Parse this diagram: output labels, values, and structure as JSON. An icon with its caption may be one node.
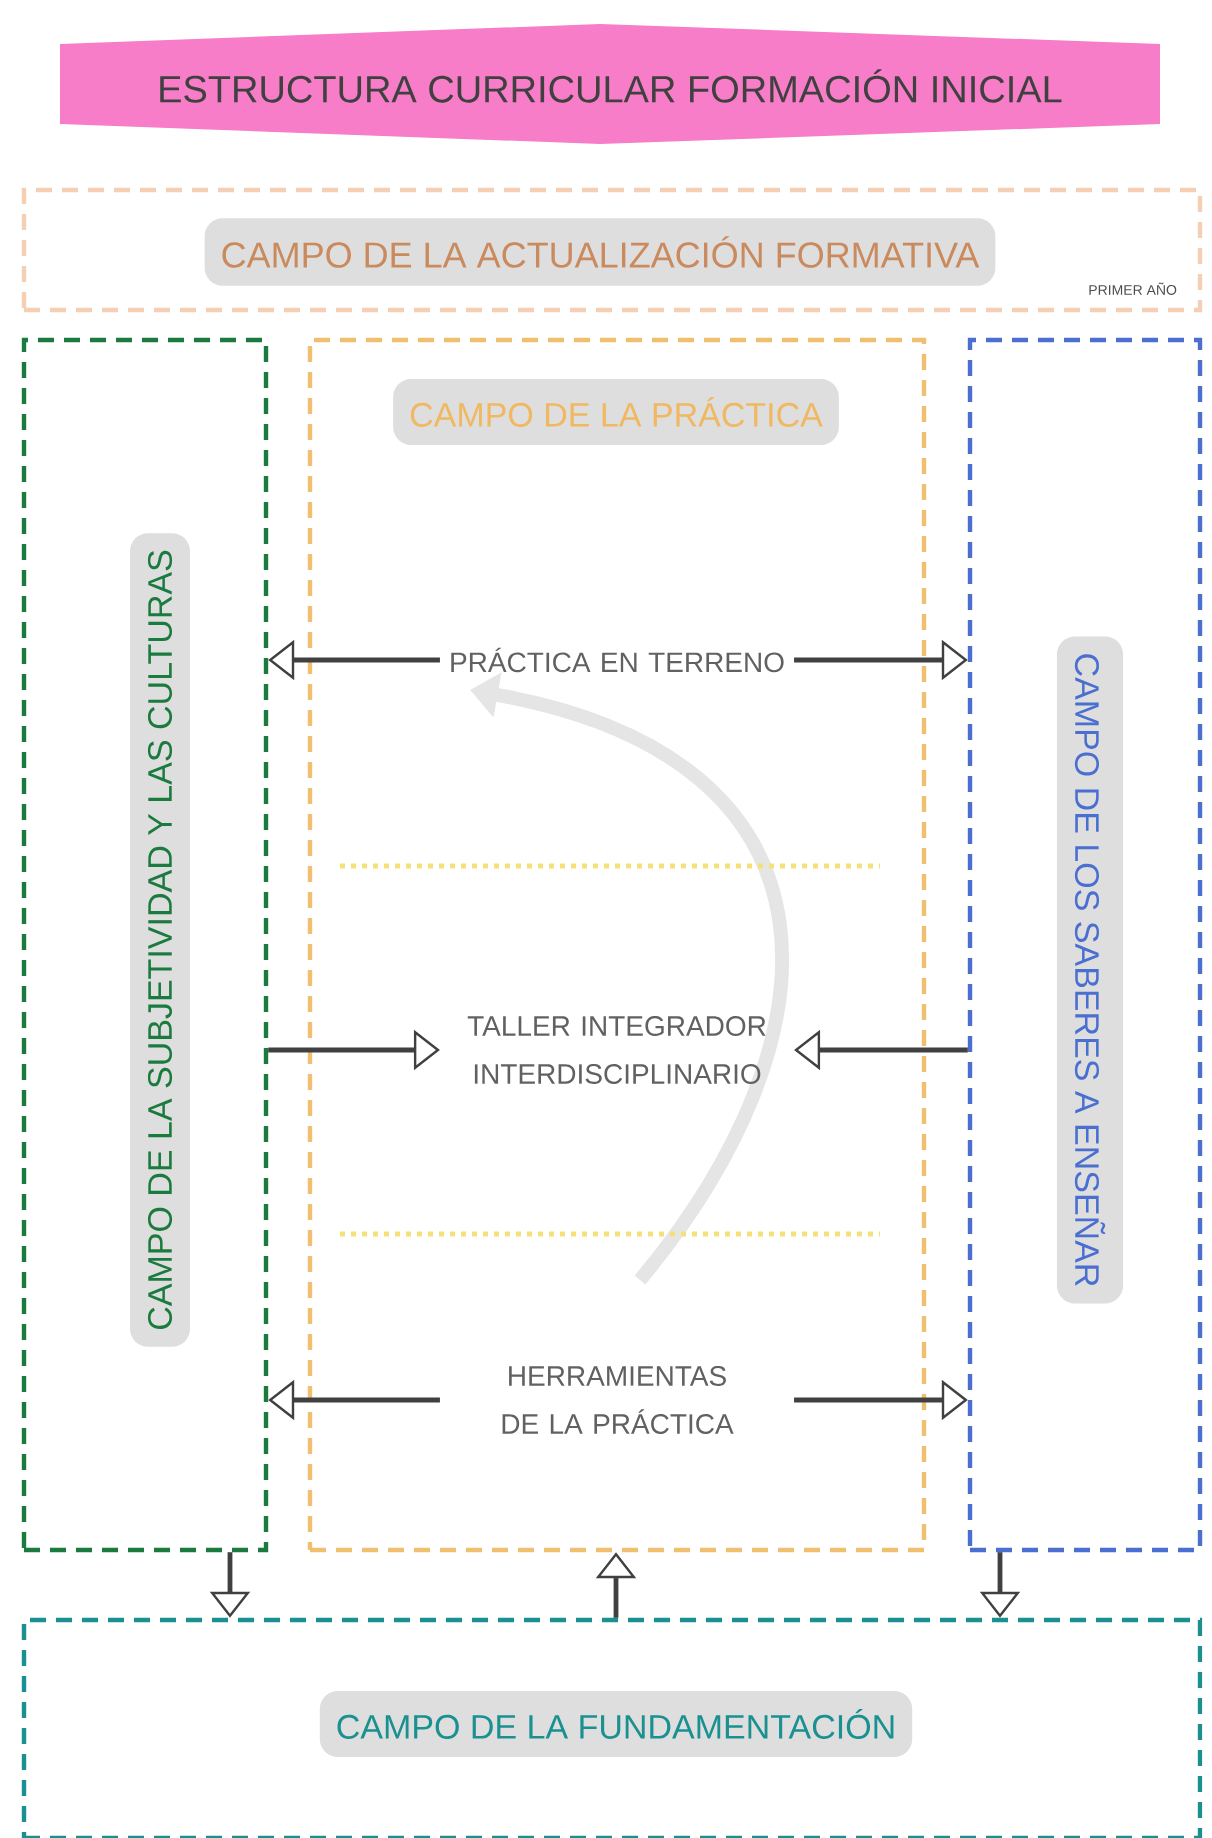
{
  "diagram": {
    "title": "ESTRUCTURA CURRICULAR FORMACIÓN INICIAL",
    "nodes": [
      {
        "text": [
          "CAMPO DE LA ACTUALIZACIÓN FORMATIVA",
          "PRIMER AÑO"
        ]
      },
      {
        "text": [
          "CAMPO DE LA SUBJETIVIDAD Y LAS CULTURAS"
        ]
      },
      {
        "text": [
          "CAMPO DE LA PRÁCTICA"
        ]
      },
      {
        "text": [
          "PRÁCTICA EN TERRENO"
        ],
        "in": 2
      },
      {
        "text": [
          "TALLER INTEGRADOR INTERDISCIPLINARIO"
        ],
        "in": 2
      },
      {
        "text": [
          "HERRAMIENTAS DE LA PRÁCTICA"
        ],
        "in": 2
      },
      {
        "text": [
          "CAMPO DE LOS SABERES A ENSEÑAR"
        ]
      },
      {
        "text": [
          "CAMPO DE LA FUNDAMENTACIÓN"
        ]
      }
    ],
    "edges": [
      {
        "from": 3,
        "to": 1,
        "arrow": "to"
      },
      {
        "from": 1,
        "to": 4,
        "arrow": "to"
      },
      {
        "from": 5,
        "to": 1,
        "arrow": "to"
      },
      {
        "from": 3,
        "to": 6,
        "arrow": "to"
      },
      {
        "from": 6,
        "to": 4,
        "arrow": "to"
      },
      {
        "from": 5,
        "to": 6,
        "arrow": "to"
      },
      {
        "from": 1,
        "to": 7,
        "arrow": "to"
      },
      {
        "from": 7,
        "to": 2,
        "arrow": "to"
      },
      {
        "from": 6,
        "to": 7,
        "arrow": "to"
      }
    ]
  }
}
